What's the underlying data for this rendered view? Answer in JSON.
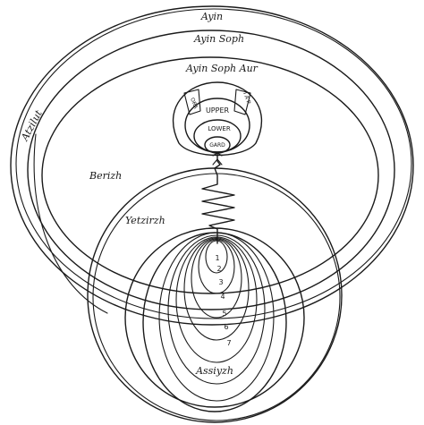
{
  "labels": {
    "ayin": "Ayin",
    "ayin_soph": "Ayin Soph",
    "ayin_soph_aur": "Ayin Soph Aur",
    "atzilut": "Atzilut",
    "berizh": "Berizh",
    "yetzirzh": "Yetzirzh",
    "assiyzh": "Assiyzh",
    "upper": "UPPER",
    "lower": "LOWER",
    "gard": "GARD",
    "left_arc_label": "ORA",
    "right_arc_label": "I A P",
    "levels": [
      "1",
      "2",
      "3",
      "4",
      "5",
      "6",
      "7"
    ]
  }
}
